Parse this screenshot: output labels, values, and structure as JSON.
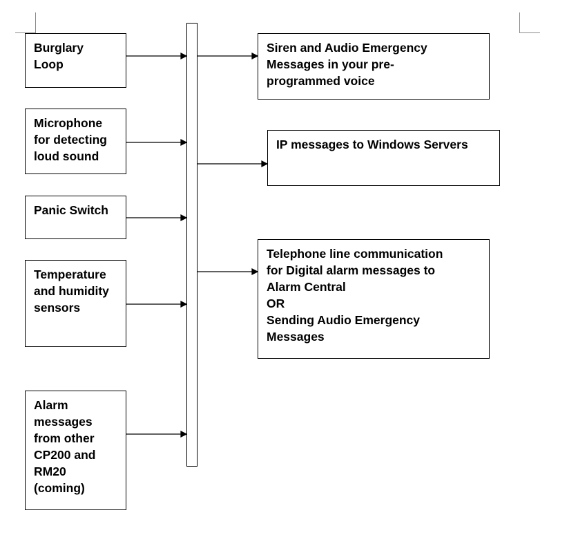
{
  "inputs": [
    {
      "id": "burglary-loop",
      "text": "Burglary\nLoop"
    },
    {
      "id": "microphone",
      "text": "Microphone\nfor detecting\nloud sound"
    },
    {
      "id": "panic-switch",
      "text": "Panic Switch"
    },
    {
      "id": "temperature-humidity",
      "text": "Temperature\nand humidity\nsensors"
    },
    {
      "id": "alarm-messages",
      "text": "Alarm\nmessages\nfrom other\nCP200 and\nRM20\n(coming)"
    }
  ],
  "outputs": [
    {
      "id": "siren-audio",
      "text": "Siren and Audio Emergency\nMessages in your pre-\nprogrammed voice"
    },
    {
      "id": "ip-messages",
      "text": "IP messages to Windows Servers"
    },
    {
      "id": "telephone-line",
      "text": "Telephone line communication\nfor Digital alarm messages to\nAlarm Central\nOR\nSending Audio Emergency\nMessages"
    }
  ]
}
